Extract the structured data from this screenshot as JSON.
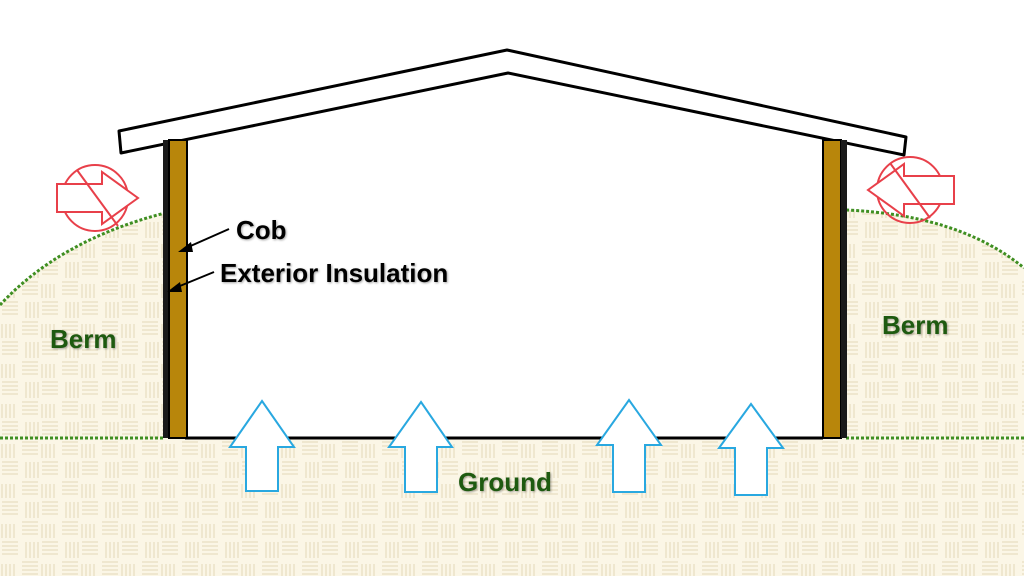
{
  "labels": {
    "cob": "Cob",
    "exterior_insulation": "Exterior Insulation",
    "berm_left": "Berm",
    "berm_right": "Berm",
    "ground": "Ground"
  },
  "colors": {
    "berm_fill": "#fbf6e6",
    "berm_pattern": "#e6dcc0",
    "berm_edge": "#3f8f22",
    "cob": "#b8860b",
    "insulation": "#1a1a1a",
    "heat_arrow": "#e8404a",
    "ground_arrow": "#29a8e0",
    "label_green": "#1e5a10"
  },
  "icons": {
    "heat_exchange_left": "heat-exchange-icon",
    "heat_exchange_right": "heat-exchange-icon",
    "ground_heat": "up-arrow-icon"
  }
}
